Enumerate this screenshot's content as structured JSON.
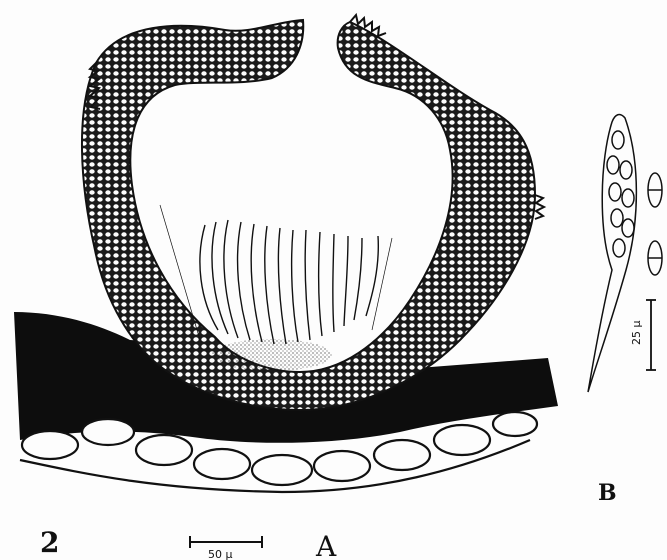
{
  "figure": {
    "number": "2",
    "label_a": "A",
    "label_b": "B",
    "scale_a": "50 μ",
    "scale_b": "25 μ"
  },
  "colors": {
    "ink": "#111111",
    "paper": "#fdfdfd"
  }
}
